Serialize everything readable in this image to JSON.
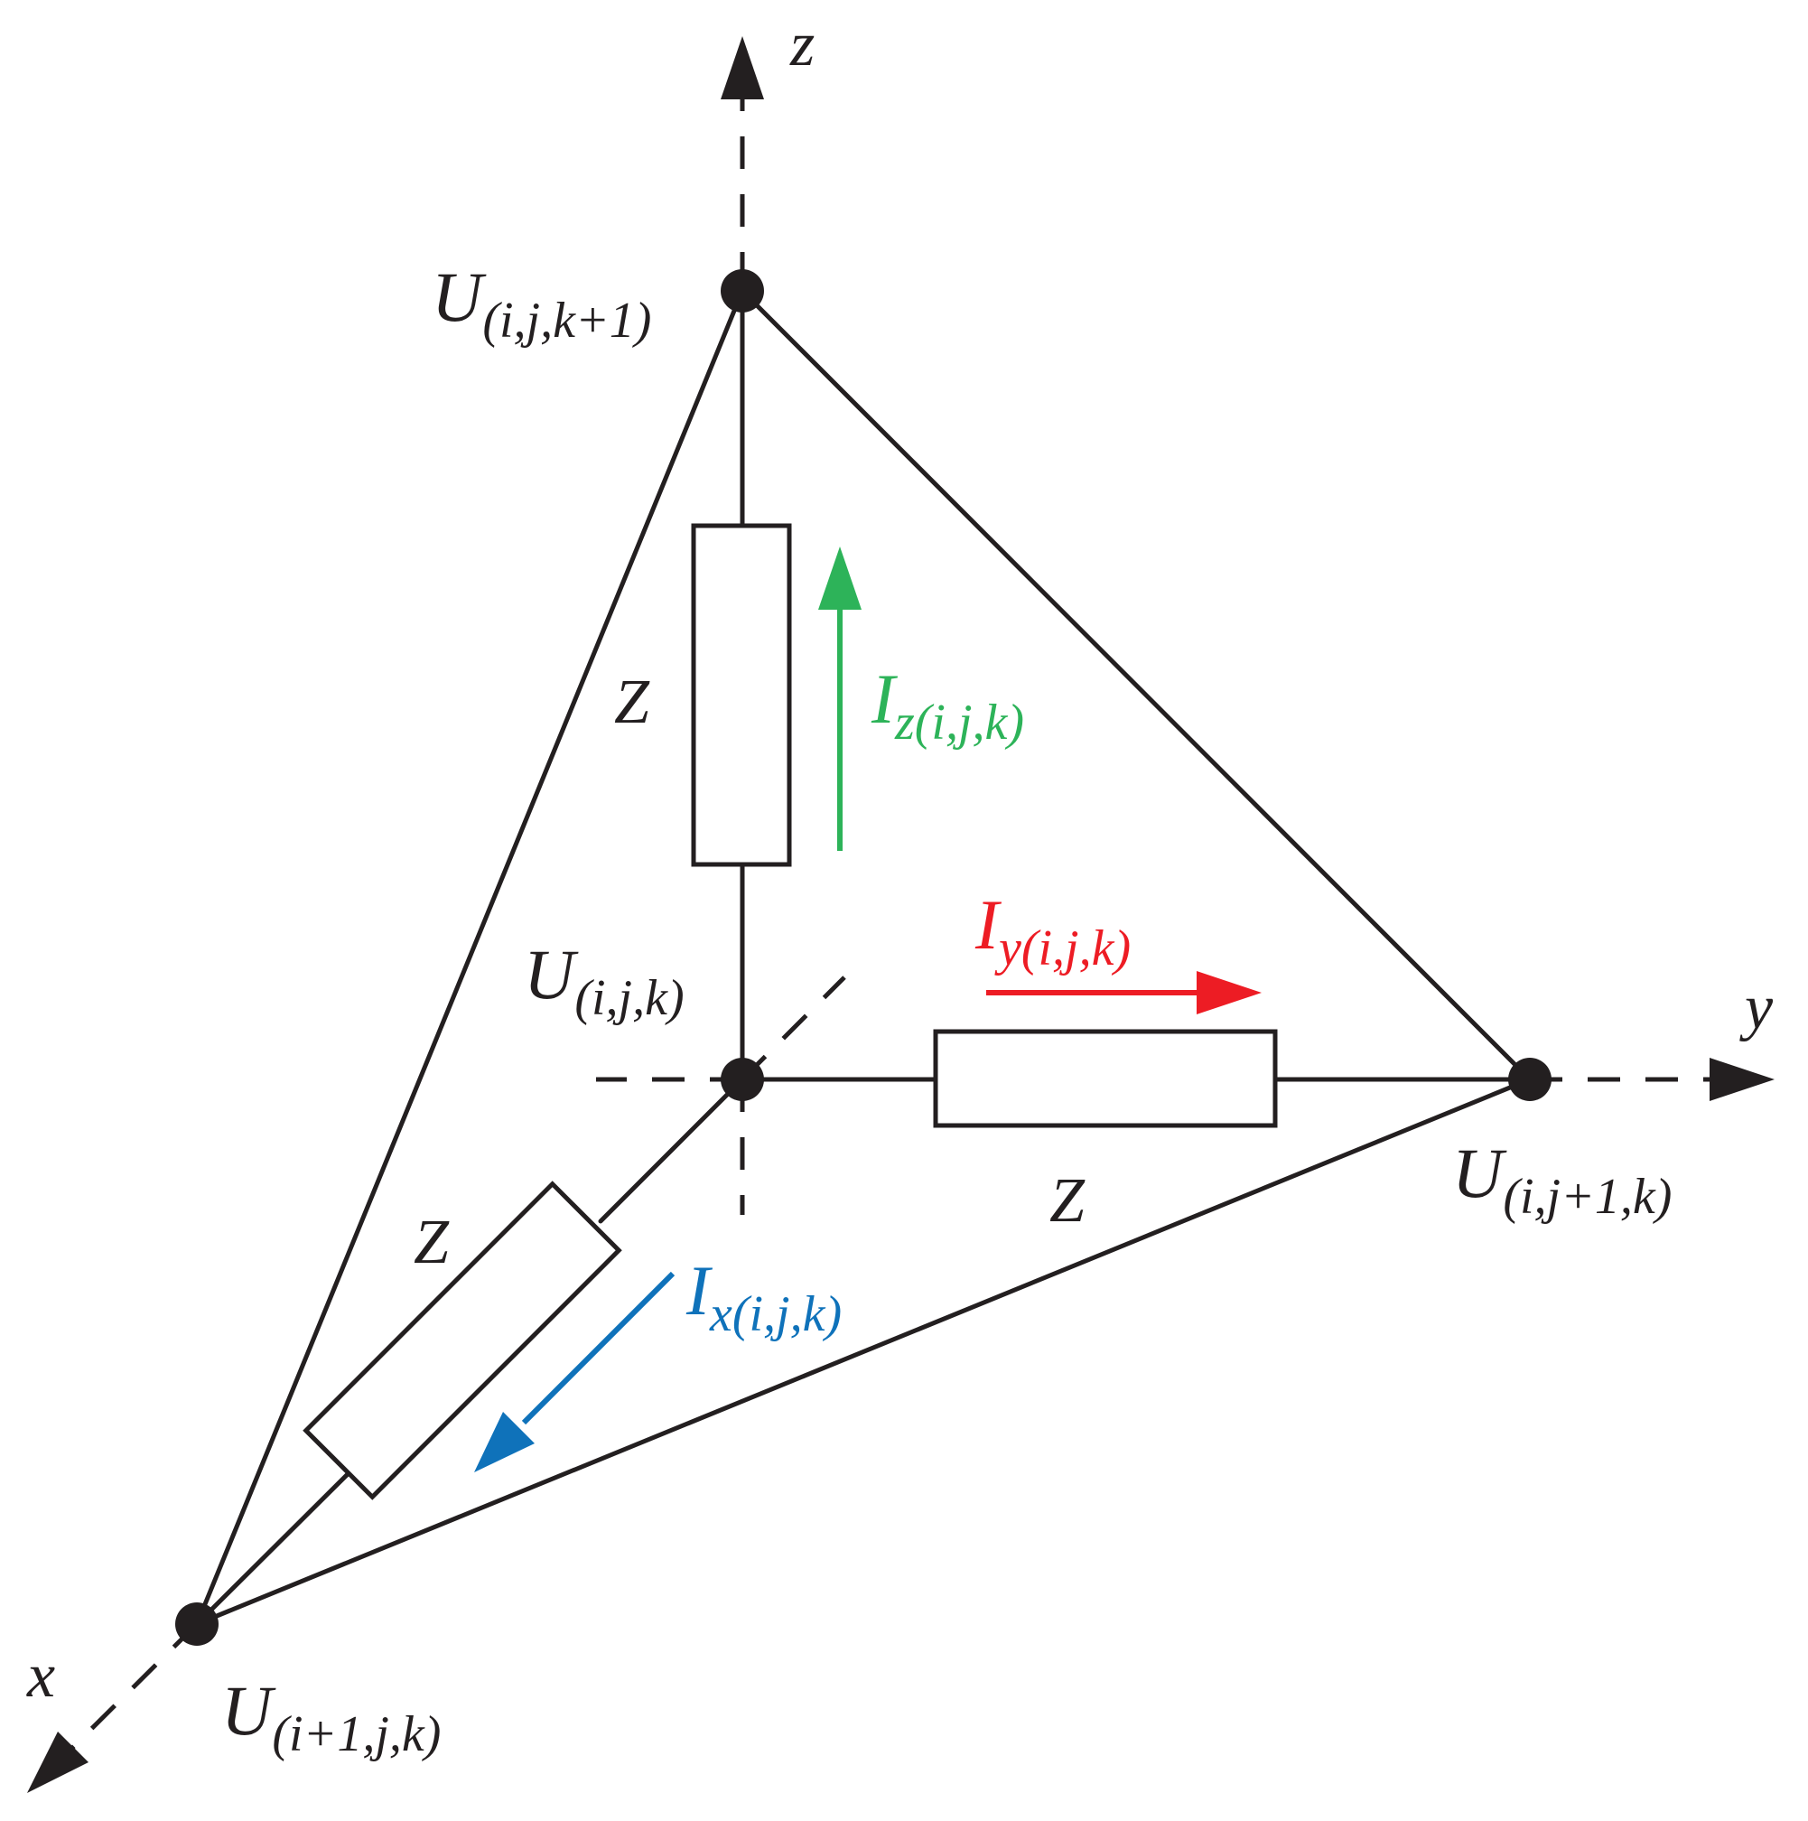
{
  "axes": {
    "x": "x",
    "y": "y",
    "z": "z"
  },
  "impedance": "Z",
  "nodes": {
    "center": {
      "main": "U",
      "sub": "(i,j,k)"
    },
    "top": {
      "main": "U",
      "sub": "(i,j,k+1)"
    },
    "right": {
      "main": "U",
      "sub": "(i,j+1,k)"
    },
    "left": {
      "main": "U",
      "sub": "(i+1,j,k)"
    }
  },
  "currents": {
    "z": {
      "main": "I",
      "sub": "z(i,j,k)",
      "color": "#2db359"
    },
    "y": {
      "main": "I",
      "sub": "y(i,j,k)",
      "color": "#ed1c24"
    },
    "x": {
      "main": "I",
      "sub": "x(i,j,k)",
      "color": "#0f72ba"
    }
  },
  "colors": {
    "line": "#231f20"
  }
}
